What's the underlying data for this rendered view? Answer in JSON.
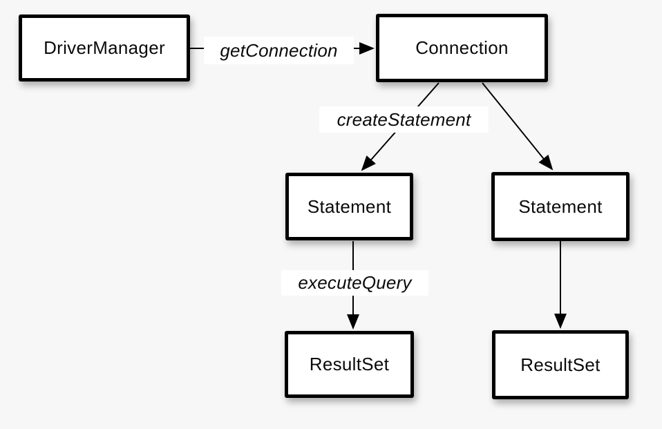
{
  "canvas": {
    "background_color": "#f7f7f7",
    "node_fill_color": "#ffffff",
    "node_border_color": "#000000",
    "line_color": "#000000",
    "text_color": "#0a0a0a"
  },
  "diagram": {
    "nodes": [
      {
        "id": "driver-manager",
        "label": "DriverManager"
      },
      {
        "id": "connection",
        "label": "Connection"
      },
      {
        "id": "statement-left",
        "label": "Statement"
      },
      {
        "id": "statement-right",
        "label": "Statement"
      },
      {
        "id": "resultset-left",
        "label": "ResultSet"
      },
      {
        "id": "resultset-right",
        "label": "ResultSet"
      }
    ],
    "edges": [
      {
        "from": "driver-manager",
        "to": "connection",
        "label": "getConnection"
      },
      {
        "from": "connection",
        "to": "statement-left",
        "label": "createStatement"
      },
      {
        "from": "connection",
        "to": "statement-right",
        "label": ""
      },
      {
        "from": "statement-left",
        "to": "resultset-left",
        "label": "executeQuery"
      },
      {
        "from": "statement-right",
        "to": "resultset-right",
        "label": ""
      }
    ]
  }
}
